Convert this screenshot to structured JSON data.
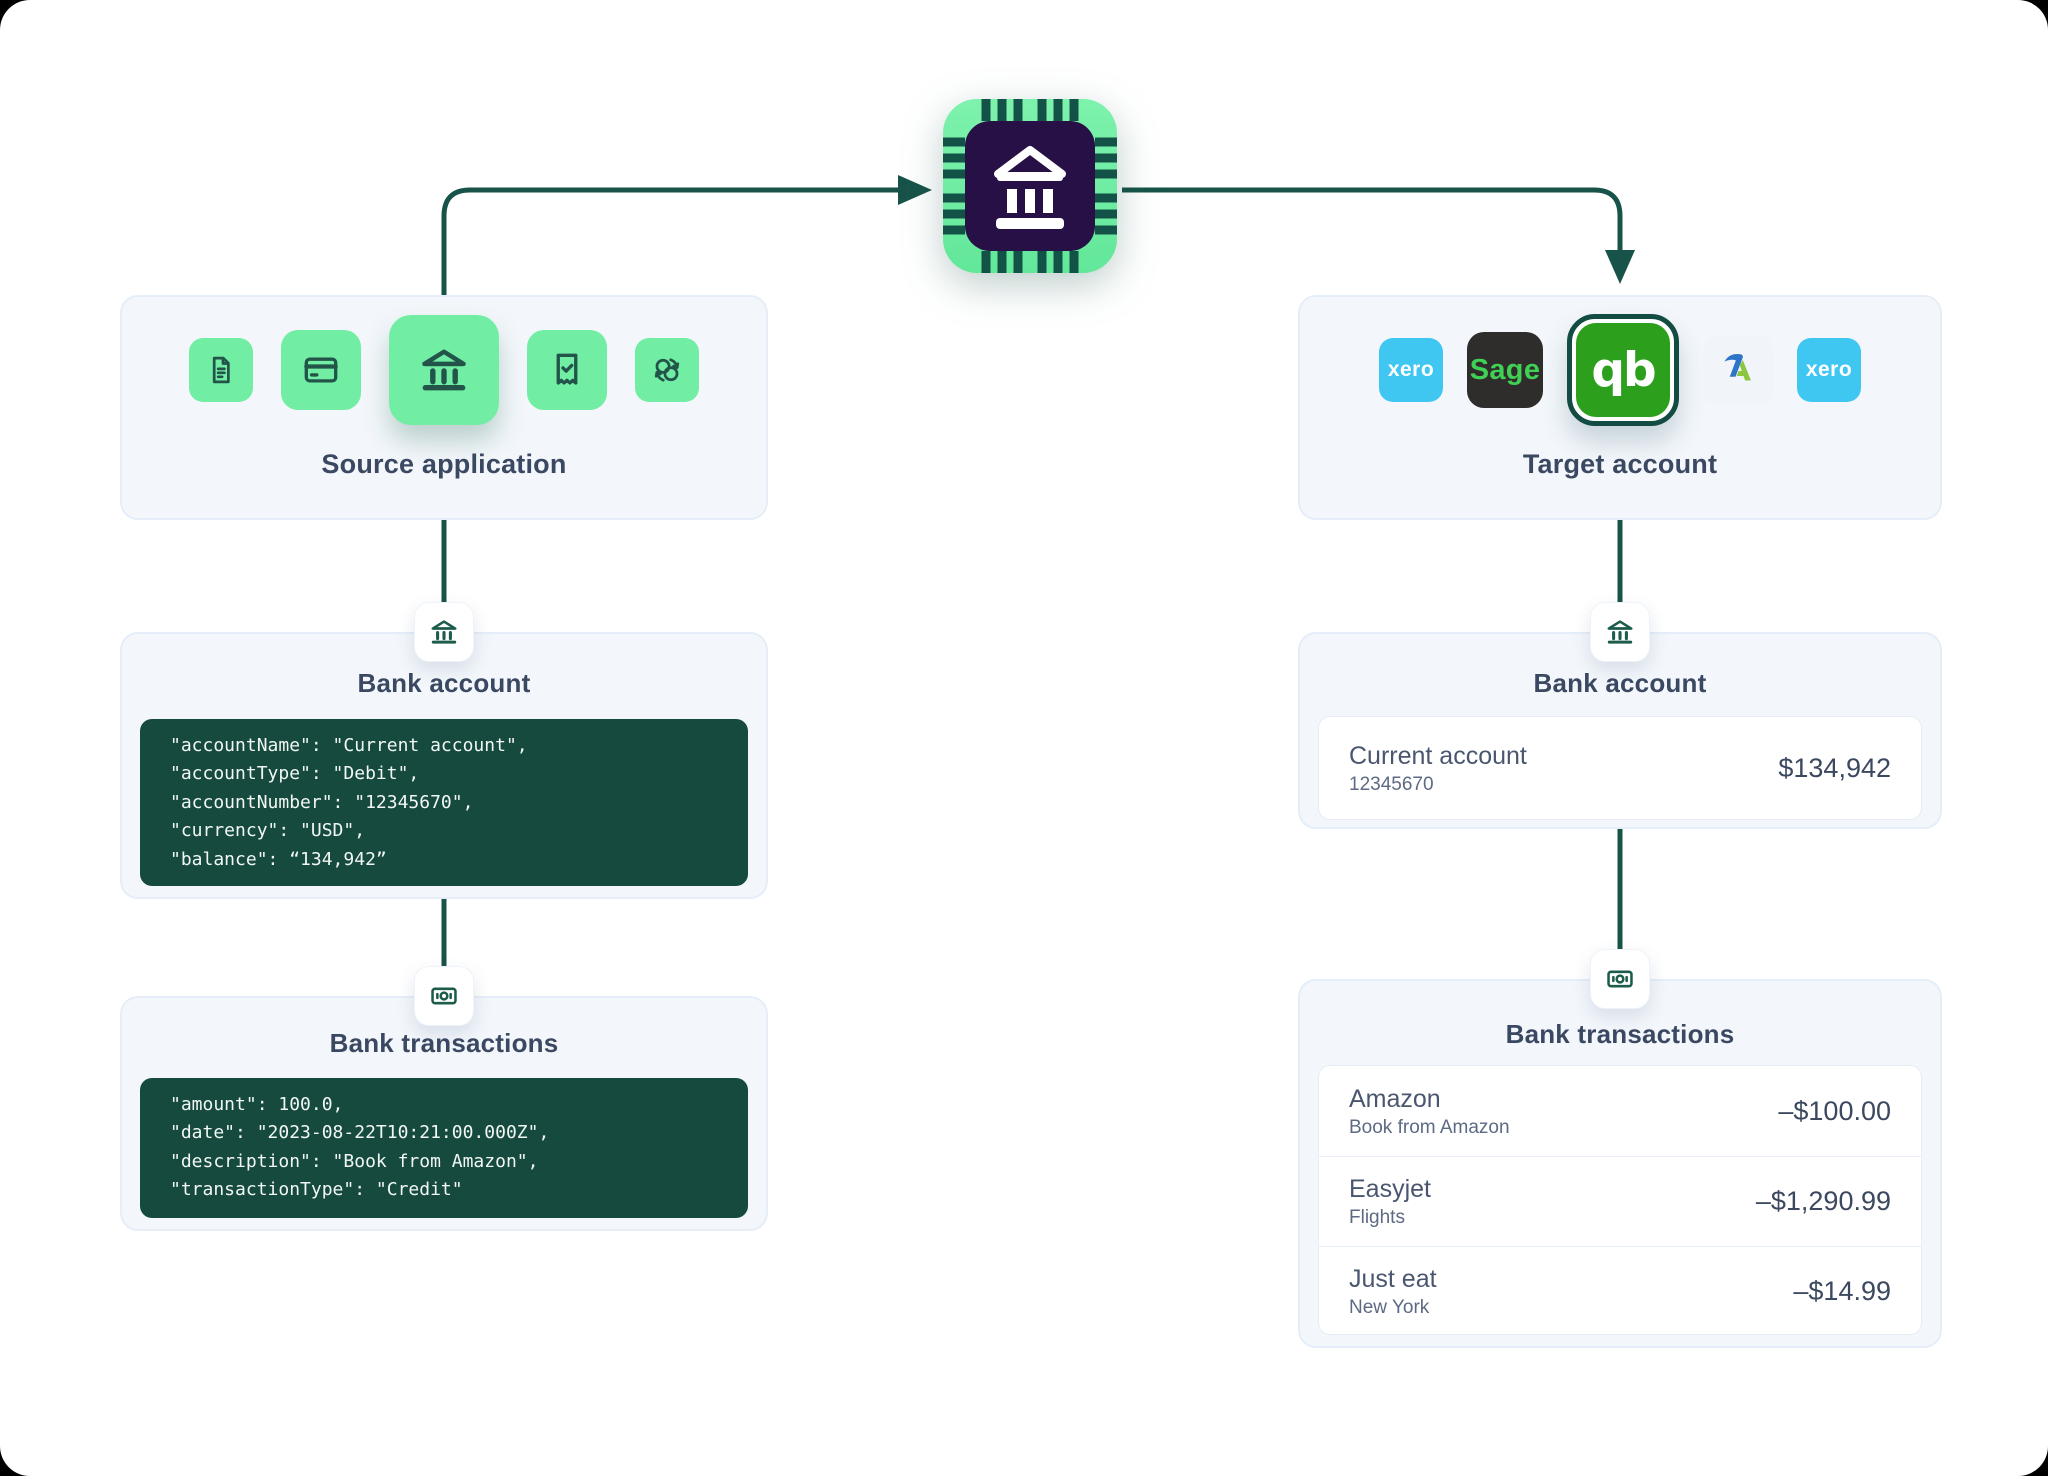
{
  "hub": {
    "icon": "bank-chip"
  },
  "colors": {
    "accent_green": "#72eda4",
    "deep_teal": "#185349",
    "code_bg": "#164a3e",
    "chip_purple": "#271046",
    "quickbooks_green": "#2ca01c",
    "xero_blue": "#3fc7f2",
    "sage_dark": "#2f2d2b",
    "sage_green": "#3fd054",
    "heading_text": "#3b4862"
  },
  "source_panel": {
    "title": "Source application",
    "icons": [
      {
        "name": "document"
      },
      {
        "name": "credit-card"
      },
      {
        "name": "bank"
      },
      {
        "name": "receipt"
      },
      {
        "name": "sync"
      }
    ]
  },
  "target_panel": {
    "title": "Target account",
    "apps": [
      {
        "name": "xero",
        "label": "xero"
      },
      {
        "name": "sage",
        "label": "Sage"
      },
      {
        "name": "quickbooks",
        "label": "qb",
        "selected": true
      },
      {
        "name": "freeagent",
        "label": ""
      },
      {
        "name": "xero",
        "label": "xero"
      }
    ]
  },
  "source_bank_account": {
    "title": "Bank account",
    "code_lines": [
      "\"accountName\": \"Current account\",",
      "\"accountType\": \"Debit\",",
      "\"accountNumber\": \"12345670\",",
      "\"currency\": \"USD\",",
      "\"balance\": “134,942”"
    ]
  },
  "source_bank_transactions": {
    "title": "Bank transactions",
    "code_lines": [
      "\"amount\": 100.0,",
      "\"date\": \"2023-08-22T10:21:00.000Z\",",
      "\"description\": \"Book from Amazon\",",
      "\"transactionType\": \"Credit\""
    ]
  },
  "target_bank_account": {
    "title": "Bank account",
    "account_name": "Current account",
    "account_number": "12345670",
    "balance": "$134,942"
  },
  "target_bank_transactions": {
    "title": "Bank transactions",
    "rows": [
      {
        "name": "Amazon",
        "detail": "Book from Amazon",
        "amount": "–$100.00"
      },
      {
        "name": "Easyjet",
        "detail": "Flights",
        "amount": "–$1,290.99"
      },
      {
        "name": "Just eat",
        "detail": "New York",
        "amount": "–$14.99"
      }
    ]
  }
}
